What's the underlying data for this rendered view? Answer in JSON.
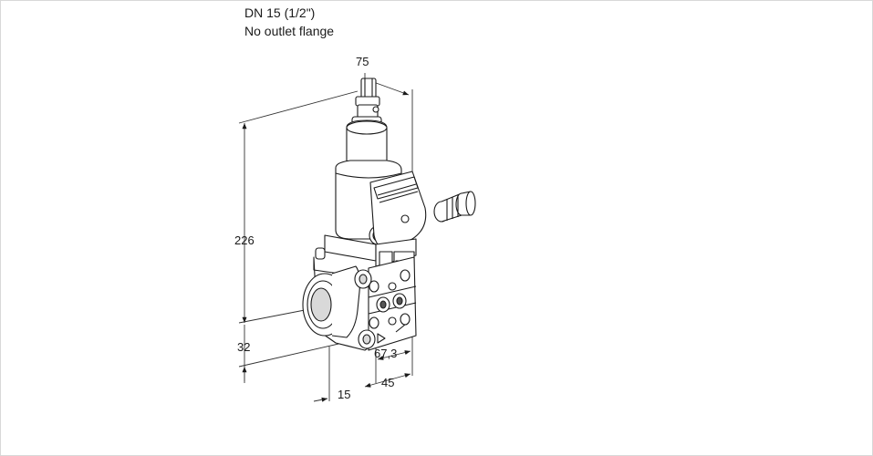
{
  "header": {
    "size": "DN 15 (1/2\")",
    "flange": "No outlet flange"
  },
  "dimensions": {
    "top_width": "75",
    "height_total": "226",
    "height_lower": "32",
    "depth_offset": "67,3",
    "width_bottom": "45",
    "inlet_offset": "15"
  },
  "colors": {
    "line": "#1a1a1a",
    "dim_line": "#333333",
    "body_fill": "#ffffff",
    "shade": "#d9d9d9",
    "dark": "#555555"
  }
}
